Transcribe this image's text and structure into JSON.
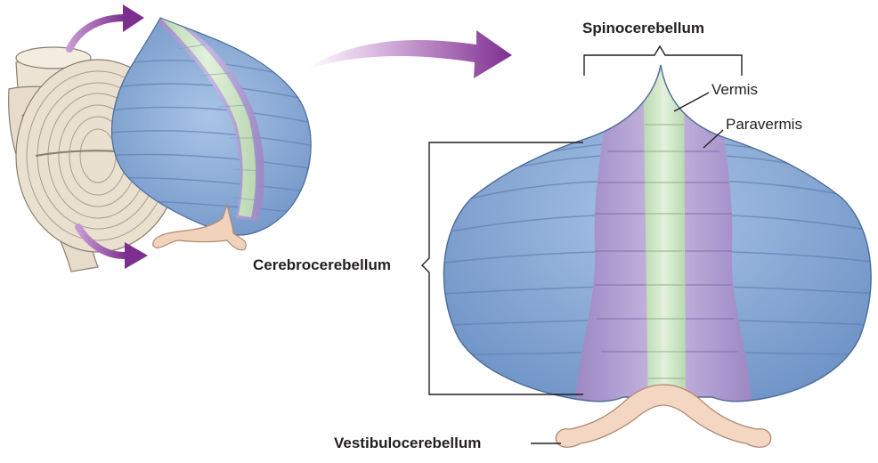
{
  "labels": {
    "spinocerebellum": "Spinocerebellum",
    "vermis": "Vermis",
    "paravermis": "Paravermis",
    "cerebrocerebellum": "Cerebrocerebellum",
    "vestibulocerebellum": "Vestibulocerebellum"
  },
  "colors": {
    "hemisphere": "#8fb0dc",
    "paravermis": "#b5a3d2",
    "vermis": "#cde6c5",
    "vestibular": "#f4d7c2",
    "brainstem": "#ece3d3",
    "arrow": "#8b3d9a"
  }
}
